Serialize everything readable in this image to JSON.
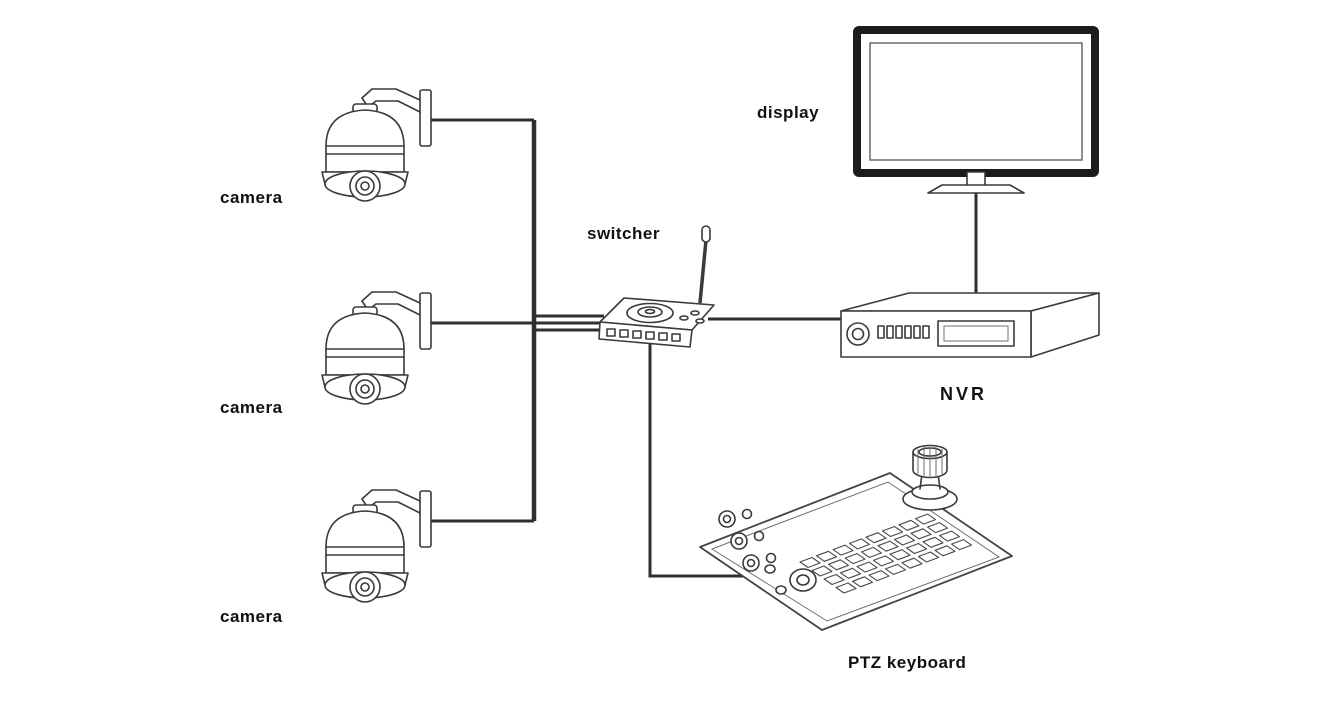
{
  "diagram": {
    "type": "topology",
    "background": "#ffffff",
    "line_color": "#3a3a3a",
    "wire_color": "#2f2f2f",
    "label_color": "#111111",
    "labels": {
      "camera1": "camera",
      "camera2": "camera",
      "camera3": "camera",
      "switcher": "switcher",
      "display": "display",
      "nvr": "NVR",
      "ptz_keyboard": "PTZ keyboard"
    },
    "nodes": [
      {
        "id": "camera1",
        "label": "camera",
        "kind": "ptz-dome-camera"
      },
      {
        "id": "camera2",
        "label": "camera",
        "kind": "ptz-dome-camera"
      },
      {
        "id": "camera3",
        "label": "camera",
        "kind": "ptz-dome-camera"
      },
      {
        "id": "switcher",
        "label": "switcher",
        "kind": "video-switcher-with-antenna"
      },
      {
        "id": "display",
        "label": "display",
        "kind": "monitor-on-stand"
      },
      {
        "id": "nvr",
        "label": "NVR",
        "kind": "network-video-recorder"
      },
      {
        "id": "ptz_keyboard",
        "label": "PTZ keyboard",
        "kind": "ptz-control-keyboard-with-joystick"
      }
    ],
    "edges": [
      {
        "from": "camera1",
        "to": "switcher"
      },
      {
        "from": "camera2",
        "to": "switcher"
      },
      {
        "from": "camera3",
        "to": "switcher"
      },
      {
        "from": "switcher",
        "to": "nvr"
      },
      {
        "from": "nvr",
        "to": "display"
      },
      {
        "from": "switcher",
        "to": "ptz_keyboard"
      }
    ]
  }
}
